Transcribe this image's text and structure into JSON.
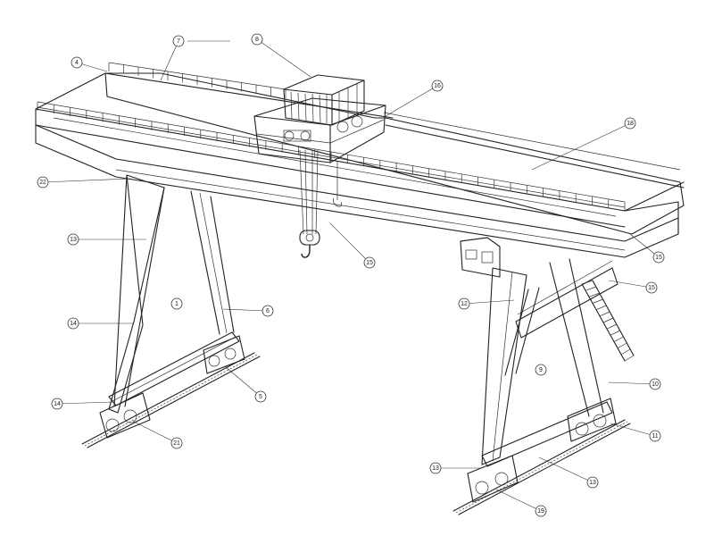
{
  "figure": {
    "kind": "gantry-crane-line-drawing",
    "callouts": [
      {
        "id": "c4",
        "label": "4"
      },
      {
        "id": "c7",
        "label": "7"
      },
      {
        "id": "c8",
        "label": "8"
      },
      {
        "id": "c16",
        "label": "16"
      },
      {
        "id": "c18",
        "label": "18"
      },
      {
        "id": "c22",
        "label": "22"
      },
      {
        "id": "c13a",
        "label": "13"
      },
      {
        "id": "c1",
        "label": "1"
      },
      {
        "id": "c14a",
        "label": "14"
      },
      {
        "id": "c6",
        "label": "6"
      },
      {
        "id": "c14b",
        "label": "14"
      },
      {
        "id": "c5",
        "label": "5"
      },
      {
        "id": "c21",
        "label": "21"
      },
      {
        "id": "c15a",
        "label": "15"
      },
      {
        "id": "c15b",
        "label": "15"
      },
      {
        "id": "c15c",
        "label": "15"
      },
      {
        "id": "c12",
        "label": "12"
      },
      {
        "id": "c9",
        "label": "9"
      },
      {
        "id": "c10",
        "label": "10"
      },
      {
        "id": "c11",
        "label": "11"
      },
      {
        "id": "c13b",
        "label": "13"
      },
      {
        "id": "c13c",
        "label": "13"
      },
      {
        "id": "c19",
        "label": "19"
      }
    ]
  }
}
